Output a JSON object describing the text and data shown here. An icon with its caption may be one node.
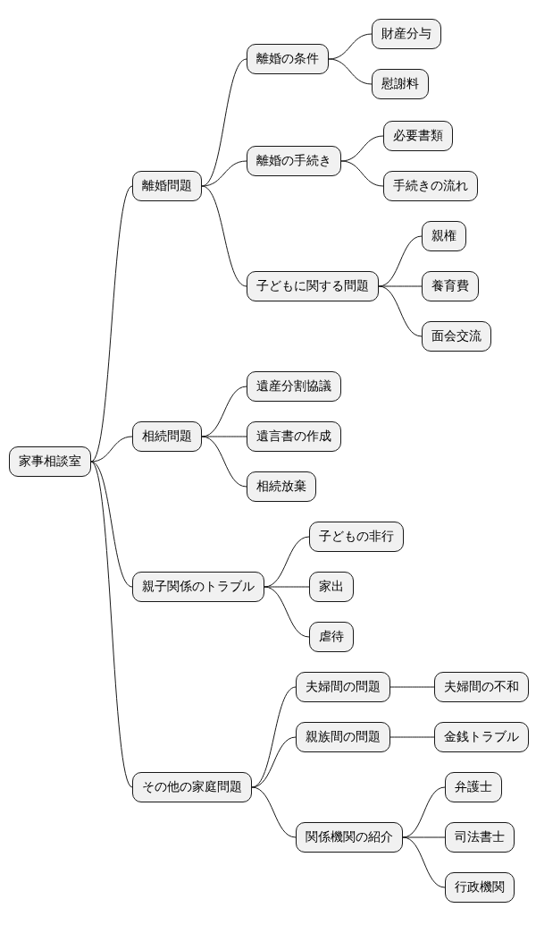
{
  "diagram": {
    "nodes": [
      {
        "text": [
          "家事相談室"
        ]
      },
      {
        "text": [
          "離婚問題"
        ]
      },
      {
        "text": [
          "離婚の条件"
        ]
      },
      {
        "text": [
          "財産分与"
        ]
      },
      {
        "text": [
          "慰謝料"
        ]
      },
      {
        "text": [
          "離婚の手続き"
        ]
      },
      {
        "text": [
          "必要書類"
        ]
      },
      {
        "text": [
          "手続きの流れ"
        ]
      },
      {
        "text": [
          "子どもに関する問題"
        ]
      },
      {
        "text": [
          "親権"
        ]
      },
      {
        "text": [
          "養育費"
        ]
      },
      {
        "text": [
          "面会交流"
        ]
      },
      {
        "text": [
          "相続問題"
        ]
      },
      {
        "text": [
          "遺産分割協議"
        ]
      },
      {
        "text": [
          "遺言書の作成"
        ]
      },
      {
        "text": [
          "相続放棄"
        ]
      },
      {
        "text": [
          "親子関係のトラブル"
        ]
      },
      {
        "text": [
          "子どもの非行"
        ]
      },
      {
        "text": [
          "家出"
        ]
      },
      {
        "text": [
          "虐待"
        ]
      },
      {
        "text": [
          "その他の家庭問題"
        ]
      },
      {
        "text": [
          "夫婦間の問題"
        ]
      },
      {
        "text": [
          "夫婦間の不和"
        ]
      },
      {
        "text": [
          "親族間の問題"
        ]
      },
      {
        "text": [
          "金銭トラブル"
        ]
      },
      {
        "text": [
          "関係機関の紹介"
        ]
      },
      {
        "text": [
          "弁護士"
        ]
      },
      {
        "text": [
          "司法書士"
        ]
      },
      {
        "text": [
          "行政機関"
        ]
      }
    ],
    "edges": [
      {
        "from": 0,
        "to": 1,
        "arrow": "none"
      },
      {
        "from": 1,
        "to": 2,
        "arrow": "none"
      },
      {
        "from": 2,
        "to": 3,
        "arrow": "none"
      },
      {
        "from": 2,
        "to": 4,
        "arrow": "none"
      },
      {
        "from": 1,
        "to": 5,
        "arrow": "none"
      },
      {
        "from": 5,
        "to": 6,
        "arrow": "none"
      },
      {
        "from": 5,
        "to": 7,
        "arrow": "none"
      },
      {
        "from": 1,
        "to": 8,
        "arrow": "none"
      },
      {
        "from": 8,
        "to": 9,
        "arrow": "none"
      },
      {
        "from": 8,
        "to": 10,
        "arrow": "none"
      },
      {
        "from": 8,
        "to": 11,
        "arrow": "none"
      },
      {
        "from": 0,
        "to": 12,
        "arrow": "none"
      },
      {
        "from": 12,
        "to": 13,
        "arrow": "none"
      },
      {
        "from": 12,
        "to": 14,
        "arrow": "none"
      },
      {
        "from": 12,
        "to": 15,
        "arrow": "none"
      },
      {
        "from": 0,
        "to": 16,
        "arrow": "none"
      },
      {
        "from": 16,
        "to": 17,
        "arrow": "none"
      },
      {
        "from": 16,
        "to": 18,
        "arrow": "none"
      },
      {
        "from": 16,
        "to": 19,
        "arrow": "none"
      },
      {
        "from": 0,
        "to": 20,
        "arrow": "none"
      },
      {
        "from": 20,
        "to": 21,
        "arrow": "none"
      },
      {
        "from": 21,
        "to": 22,
        "arrow": "none"
      },
      {
        "from": 20,
        "to": 23,
        "arrow": "none"
      },
      {
        "from": 23,
        "to": 24,
        "arrow": "none"
      },
      {
        "from": 20,
        "to": 25,
        "arrow": "none"
      },
      {
        "from": 25,
        "to": 26,
        "arrow": "none"
      },
      {
        "from": 25,
        "to": 27,
        "arrow": "none"
      },
      {
        "from": 25,
        "to": 28,
        "arrow": "none"
      }
    ]
  }
}
